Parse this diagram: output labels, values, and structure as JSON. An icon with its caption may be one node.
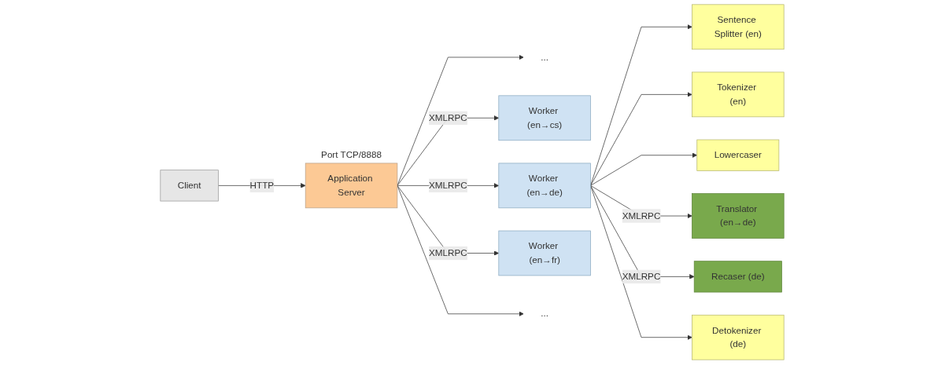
{
  "diagram": {
    "nodes": [
      {
        "text": [
          "Client"
        ]
      },
      {
        "text": [
          "Application Server"
        ],
        "beside": [
          "Port TCP/8888"
        ]
      },
      {
        "text": [
          "..."
        ]
      },
      {
        "text": [
          "Worker (en→cs)"
        ]
      },
      {
        "text": [
          "Worker (en→de)"
        ]
      },
      {
        "text": [
          "Worker (en→fr)"
        ]
      },
      {
        "text": [
          "..."
        ]
      },
      {
        "text": [
          "Sentence Splitter (en)"
        ]
      },
      {
        "text": [
          "Tokenizer (en)"
        ]
      },
      {
        "text": [
          "Lowercaser"
        ]
      },
      {
        "text": [
          "Translator (en→de)"
        ]
      },
      {
        "text": [
          "Recaser (de)"
        ]
      },
      {
        "text": [
          "Detokenizer (de)"
        ]
      }
    ],
    "edges": [
      {
        "from": 0,
        "to": 1,
        "arrow": "to",
        "label": "HTTP"
      },
      {
        "from": 1,
        "to": 2,
        "arrow": "to"
      },
      {
        "from": 1,
        "to": 3,
        "arrow": "to",
        "label": "XMLRPC"
      },
      {
        "from": 1,
        "to": 4,
        "arrow": "to",
        "label": "XMLRPC"
      },
      {
        "from": 1,
        "to": 5,
        "arrow": "to",
        "label": "XMLRPC"
      },
      {
        "from": 1,
        "to": 6,
        "arrow": "to"
      },
      {
        "from": 4,
        "to": 7,
        "arrow": "to"
      },
      {
        "from": 4,
        "to": 8,
        "arrow": "to"
      },
      {
        "from": 4,
        "to": 9,
        "arrow": "to"
      },
      {
        "from": 4,
        "to": 10,
        "arrow": "to",
        "label": "XMLRPC"
      },
      {
        "from": 4,
        "to": 11,
        "arrow": "to",
        "label": "XMLRPC"
      },
      {
        "from": 4,
        "to": 12,
        "arrow": "to"
      }
    ]
  }
}
